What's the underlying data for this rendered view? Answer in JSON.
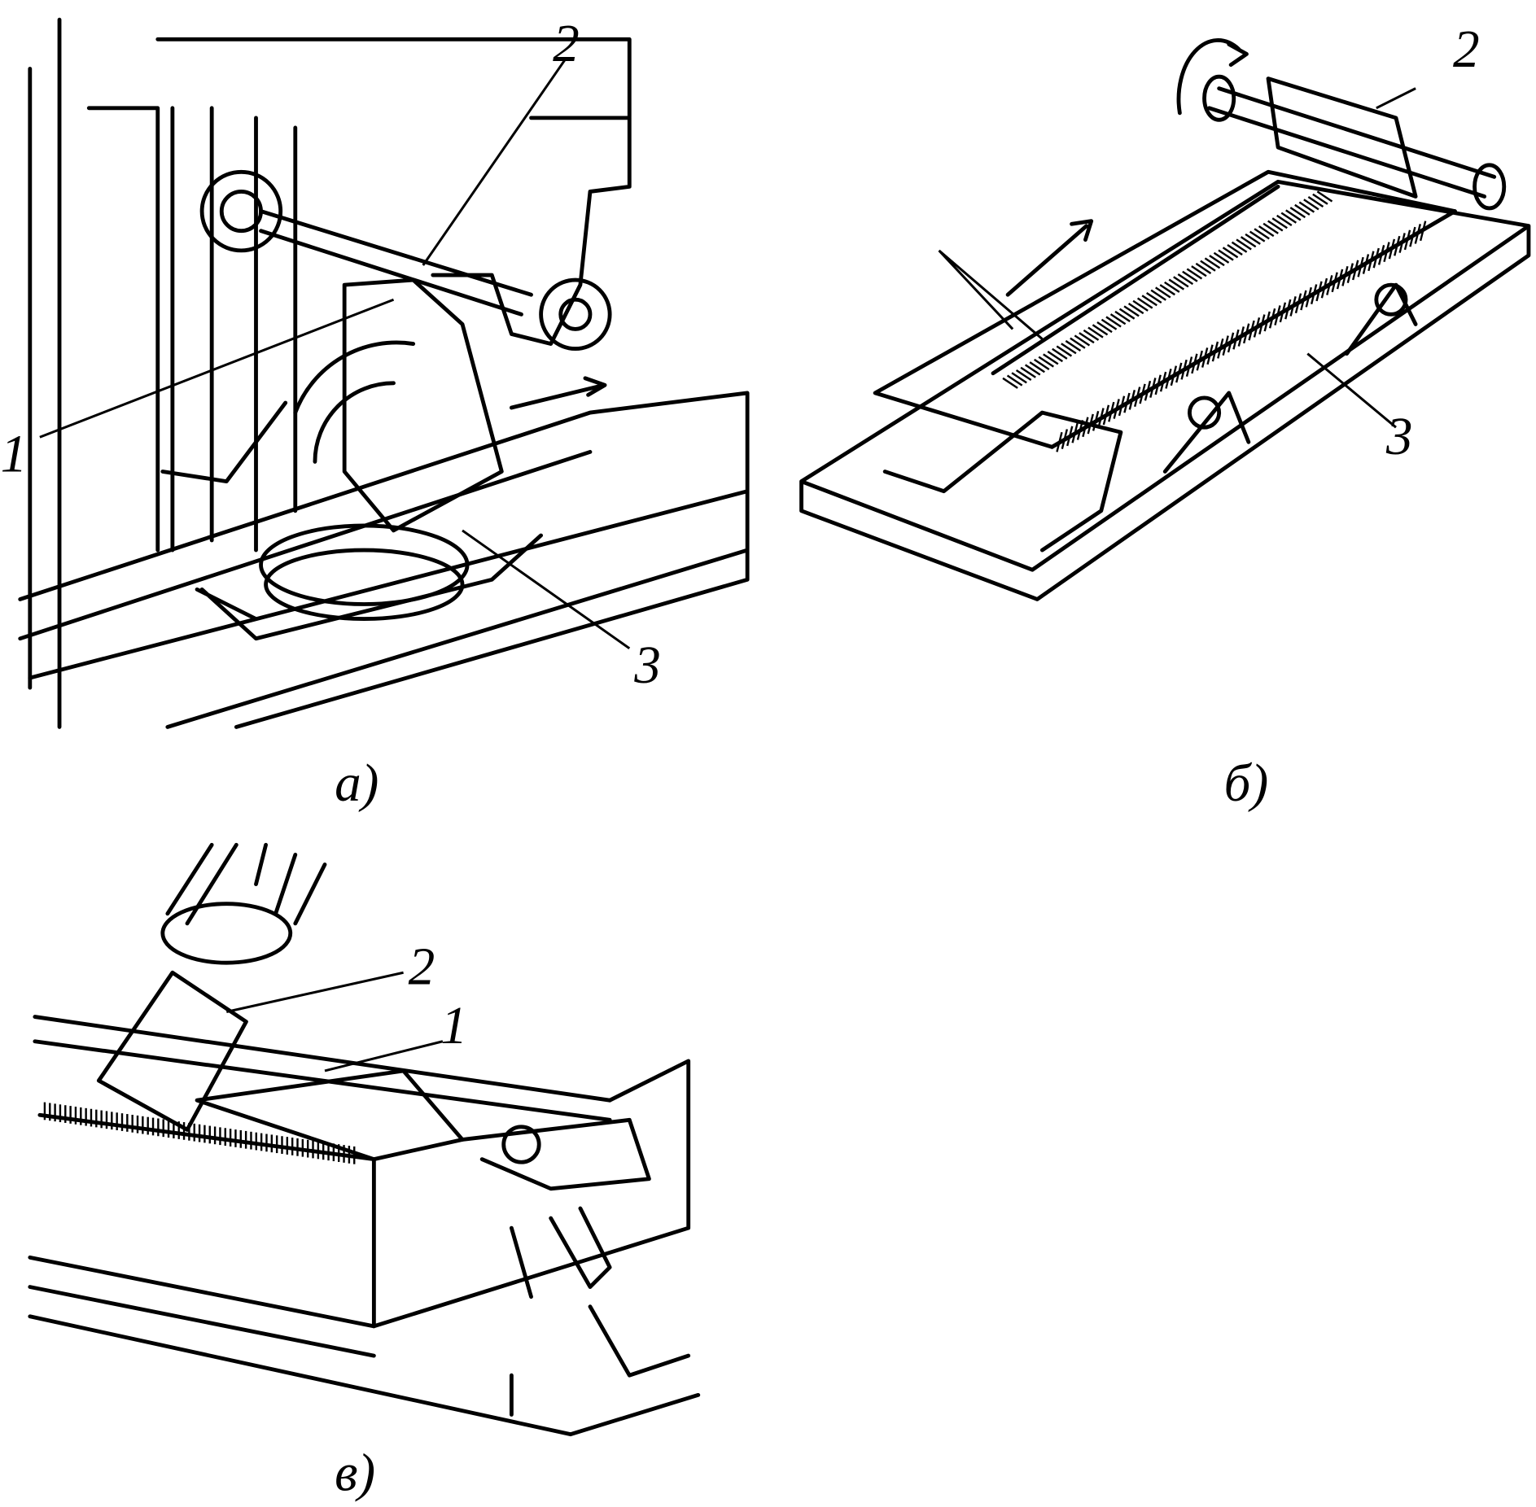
{
  "figure": {
    "panels": [
      {
        "id": "a",
        "caption": "а)",
        "labels": [
          "1",
          "2",
          "3"
        ]
      },
      {
        "id": "b",
        "caption": "б)",
        "labels": [
          "2",
          "3"
        ]
      },
      {
        "id": "c",
        "caption": "в)",
        "labels": [
          "2",
          "1"
        ]
      }
    ]
  }
}
